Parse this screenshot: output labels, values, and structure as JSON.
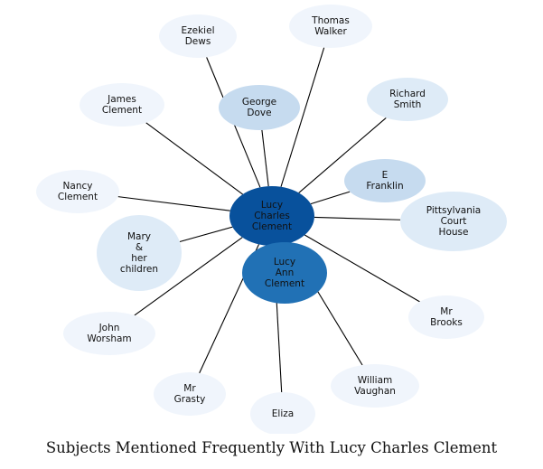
{
  "title": "Subjects Mentioned Frequently With Lucy Charles Clement",
  "center": {
    "id": "center",
    "label": [
      "Lucy",
      "Charles",
      "Clement"
    ],
    "color": "#08519c"
  },
  "nodes": [
    {
      "id": "ezekiel-dews",
      "label": [
        "Ezekiel",
        "Dews"
      ],
      "color": "#f0f5fc"
    },
    {
      "id": "thomas-walker",
      "label": [
        "Thomas",
        "Walker"
      ],
      "color": "#f0f5fc"
    },
    {
      "id": "james-clement",
      "label": [
        "James",
        "Clement"
      ],
      "color": "#f0f5fc"
    },
    {
      "id": "george-dove",
      "label": [
        "George",
        "Dove"
      ],
      "color": "#c6dbef"
    },
    {
      "id": "richard-smith",
      "label": [
        "Richard",
        "Smith"
      ],
      "color": "#deebf7"
    },
    {
      "id": "e-franklin",
      "label": [
        "E",
        "Franklin"
      ],
      "color": "#c6dbef"
    },
    {
      "id": "nancy-clement",
      "label": [
        "Nancy",
        "Clement"
      ],
      "color": "#f0f5fc"
    },
    {
      "id": "pittsylvania-court-house",
      "label": [
        "Pittsylvania",
        "Court",
        "House"
      ],
      "color": "#deebf7"
    },
    {
      "id": "mary-and-her-children",
      "label": [
        "Mary",
        "&",
        "her",
        "children"
      ],
      "color": "#deebf7"
    },
    {
      "id": "lucy-ann-clement",
      "label": [
        "Lucy",
        "Ann",
        "Clement"
      ],
      "color": "#2171b5"
    },
    {
      "id": "mr-brooks",
      "label": [
        "Mr",
        "Brooks"
      ],
      "color": "#f0f5fc"
    },
    {
      "id": "john-worsham",
      "label": [
        "John",
        "Worsham"
      ],
      "color": "#f0f5fc"
    },
    {
      "id": "william-vaughan",
      "label": [
        "William",
        "Vaughan"
      ],
      "color": "#f0f5fc"
    },
    {
      "id": "mr-grasty",
      "label": [
        "Mr",
        "Grasty"
      ],
      "color": "#f0f5fc"
    },
    {
      "id": "eliza",
      "label": [
        "Eliza"
      ],
      "color": "#f0f5fc"
    }
  ]
}
